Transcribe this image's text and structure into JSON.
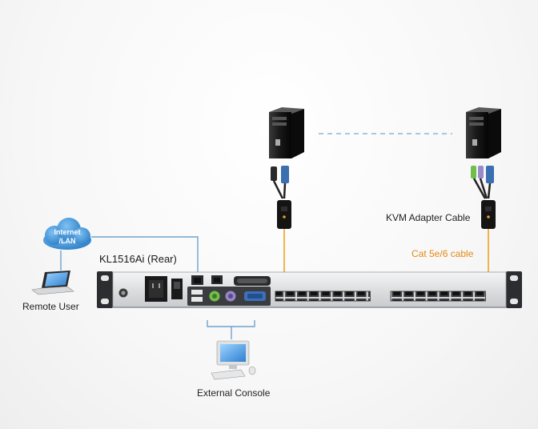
{
  "labels": {
    "internet": "Internet",
    "lan": "/LAN",
    "model": "KL1516Ai (Rear)",
    "remote_user": "Remote User",
    "external_console": "External Console",
    "kvm_adapter": "KVM Adapter Cable",
    "cable": "Cat 5e/6 cable"
  },
  "colors": {
    "cable_blue": "#6fa3cc",
    "cable_orange": "#f0a11f",
    "cloud": "#3d8fd6",
    "panel_silver": "#e2e4e6",
    "dark": "#1b1b1b"
  },
  "icons": [
    "tower-computer-icon",
    "kvm-adapter-icon",
    "cloud-icon",
    "laptop-icon",
    "desktop-computer-icon",
    "kvm-switch-rear-panel"
  ]
}
